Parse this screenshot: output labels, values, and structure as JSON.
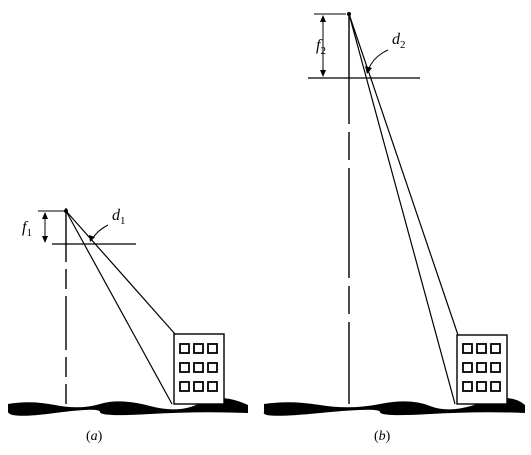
{
  "panel_a": {
    "f_label": "f",
    "f_sub": "1",
    "d_label": "d",
    "d_sub": "1",
    "caption_letter": "a"
  },
  "panel_b": {
    "f_label": "f",
    "f_sub": "2",
    "d_label": "d",
    "d_sub": "2",
    "caption_letter": "b"
  }
}
